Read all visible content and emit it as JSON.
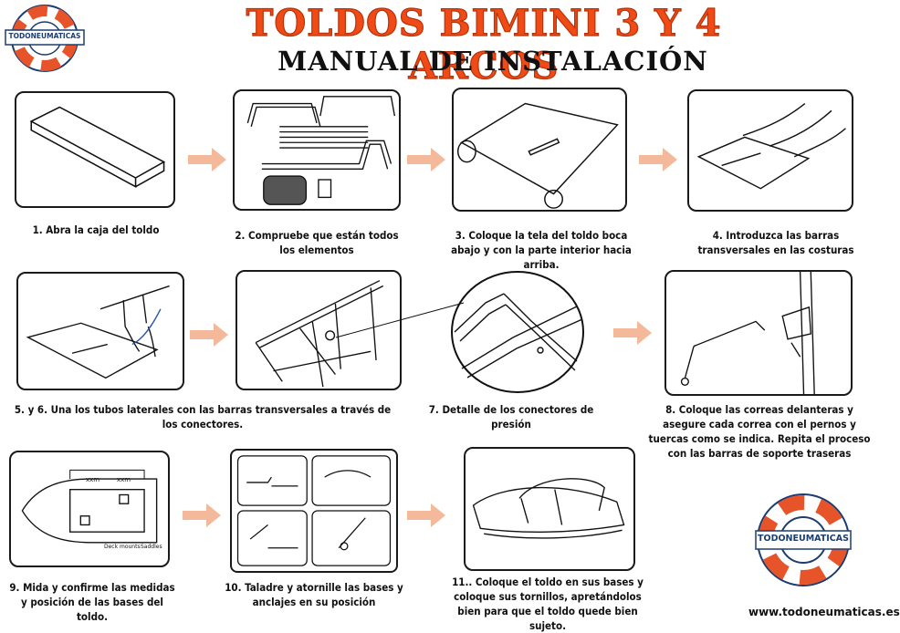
{
  "header": {
    "title": "TOLDOS BIMINI 3 Y 4 ARCOS",
    "subtitle": "MANUAL DE INSTALACIÓN"
  },
  "brand": {
    "name": "TODONEUMATICAS",
    "website": "www.todoneumaticas.es",
    "accent_color": "#f04a16",
    "arrow_color": "#f4b99a"
  },
  "steps": [
    {
      "caption": "1. Abra la caja del toldo"
    },
    {
      "caption": "2. Compruebe que están todos los elementos"
    },
    {
      "caption": "3. Coloque la tela del toldo boca abajo y con la parte interior hacia arriba."
    },
    {
      "caption": "4. Introduzca las barras transversales en las costuras"
    },
    {
      "caption": "5. y 6. Una los tubos laterales con las barras transversales a través de los conectores."
    },
    {
      "caption": "7. Detalle de los conectores de presión"
    },
    {
      "caption": "8. Coloque las correas delanteras y asegure cada correa con el pernos y tuercas como se indica. Repita el proceso con las barras de soporte traseras"
    },
    {
      "caption": "9. Mida y confirme las medidas y posición de las bases del toldo."
    },
    {
      "caption": "10. Taladre y atornille las bases y anclajes en su posición"
    },
    {
      "caption": "11.. Coloque el toldo en sus bases y coloque sus tornillos, apretándolos bien para que el toldo quede bien sujeto."
    }
  ],
  "diagram_labels": {
    "dim_a": "xxm",
    "dim_b": "xxm",
    "deck_mounts": "Deck mounts",
    "saddles": "Saddles"
  }
}
